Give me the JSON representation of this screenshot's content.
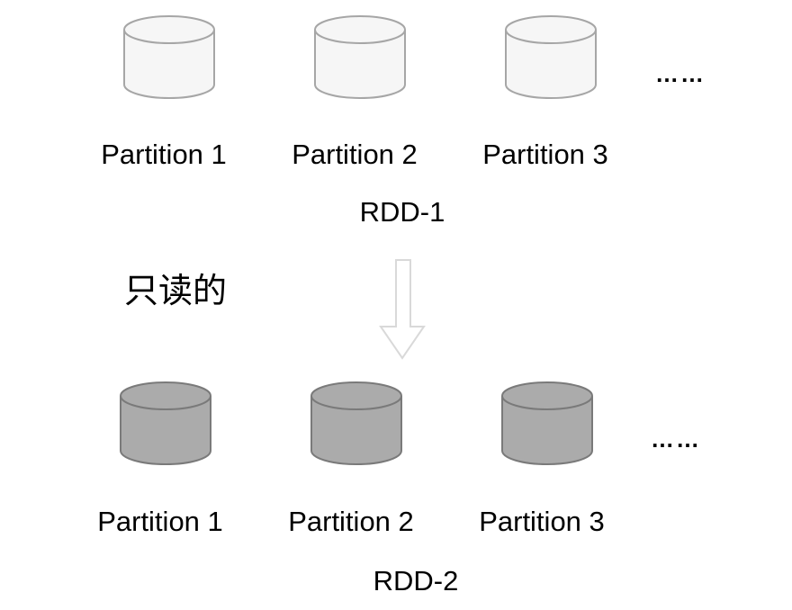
{
  "colors": {
    "background": "#ffffff",
    "text": "#000000",
    "rdd1_cylinder_fill": "#f6f6f6",
    "rdd1_cylinder_stroke": "#a6a6a6",
    "rdd2_cylinder_fill": "#ababab",
    "rdd2_cylinder_stroke": "#7a7a7a",
    "arrow_fill": "#ffffff",
    "arrow_stroke": "#d9d9d9"
  },
  "rdd1": {
    "label": "RDD-1",
    "partitions": [
      "Partition 1",
      "Partition 2",
      "Partition 3"
    ],
    "ellipsis": "……"
  },
  "rdd2": {
    "label": "RDD-2",
    "partitions": [
      "Partition 1",
      "Partition 2",
      "Partition 3"
    ],
    "ellipsis": "……"
  },
  "annotation": {
    "readonly_label": "只读的"
  }
}
